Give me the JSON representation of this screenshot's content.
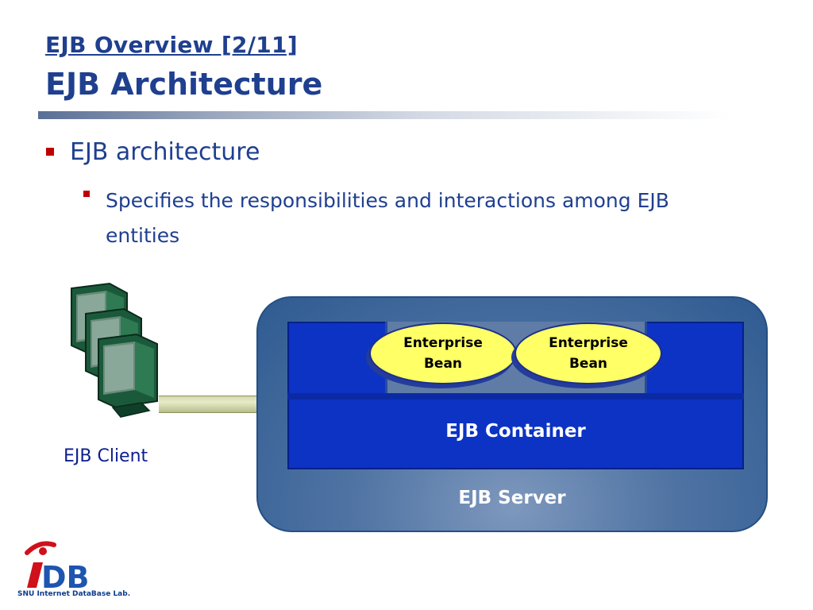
{
  "header": {
    "subtitle": "EJB Overview [2/11]",
    "title": "EJB Architecture"
  },
  "bullets": {
    "main": "EJB architecture",
    "sub": "Specifies the responsibilities and interactions among EJB entities"
  },
  "diagram": {
    "client_label": "EJB Client",
    "server_label": "EJB Server",
    "container_label": "EJB Container",
    "beans": [
      "Enterprise Bean",
      "Enterprise Bean"
    ]
  },
  "logo": {
    "mark": "iDB",
    "caption": "SNU Internet DataBase Lab."
  },
  "colors": {
    "title": "#1f3f8f",
    "bullet": "#c00000",
    "server": "#4f73a3",
    "container": "#0c33c4",
    "bean": "#ffff66"
  }
}
